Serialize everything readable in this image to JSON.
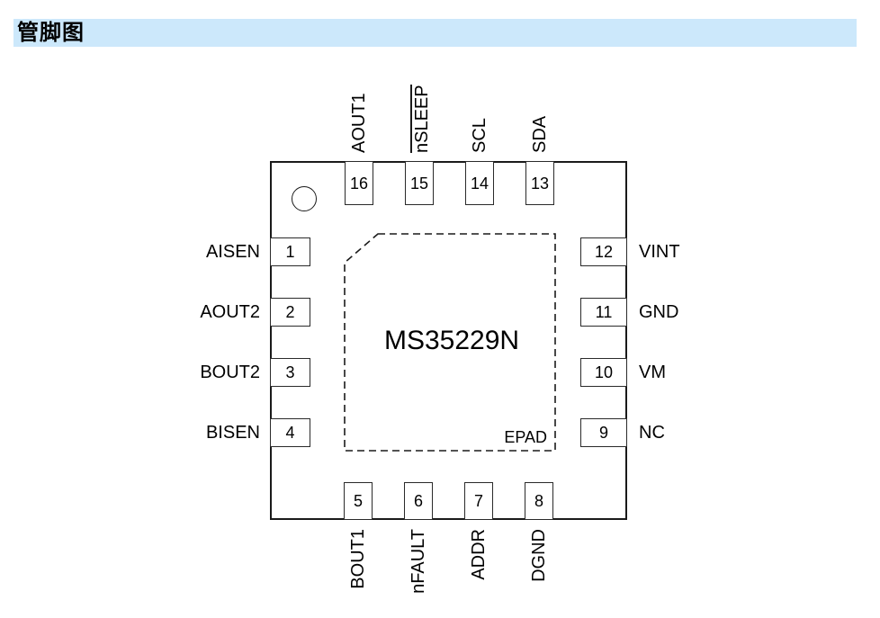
{
  "header": {
    "title": "管脚图"
  },
  "chip": {
    "name": "MS35229N",
    "epad_label": "EPAD",
    "package_style": "QFN-16",
    "pin1_marker": "circle-indicator"
  },
  "pins": {
    "top": [
      {
        "num": "16",
        "label": "AOUT1",
        "overline": false
      },
      {
        "num": "15",
        "label": "nSLEEP",
        "overline": true
      },
      {
        "num": "14",
        "label": "SCL",
        "overline": false
      },
      {
        "num": "13",
        "label": "SDA",
        "overline": false
      }
    ],
    "left": [
      {
        "num": "1",
        "label": "AISEN"
      },
      {
        "num": "2",
        "label": "AOUT2"
      },
      {
        "num": "3",
        "label": "BOUT2"
      },
      {
        "num": "4",
        "label": "BISEN"
      }
    ],
    "right": [
      {
        "num": "12",
        "label": "VINT"
      },
      {
        "num": "11",
        "label": "GND"
      },
      {
        "num": "10",
        "label": "VM"
      },
      {
        "num": "9",
        "label": "NC"
      }
    ],
    "bottom": [
      {
        "num": "5",
        "label": "BOUT1"
      },
      {
        "num": "6",
        "label": "nFAULT"
      },
      {
        "num": "7",
        "label": "ADDR"
      },
      {
        "num": "8",
        "label": "DGND"
      }
    ]
  },
  "colors": {
    "header_bg": "#cce8fb",
    "line": "#1a1a1a",
    "text": "#000000",
    "background": "#ffffff"
  }
}
